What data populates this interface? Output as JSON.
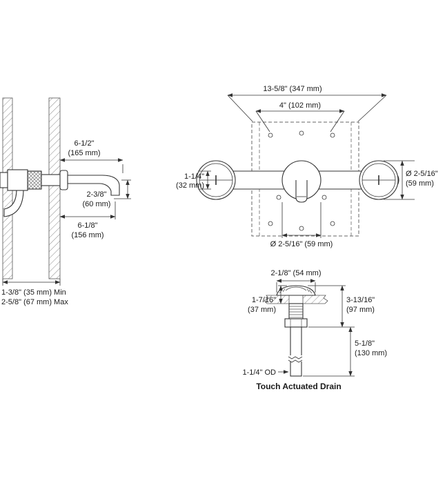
{
  "side_view": {
    "spout_reach_in": "6-1/2\"",
    "spout_reach_mm": "(165 mm)",
    "spout_drop_in": "2-3/8\"",
    "spout_drop_mm": "(60 mm)",
    "outlet_reach_in": "6-1/8\"",
    "outlet_reach_mm": "(156 mm)",
    "wall_thickness_min": "1-3/8\" (35 mm) Min",
    "wall_thickness_max": "2-5/8\" (67 mm) Max"
  },
  "front_view": {
    "overall_width": "13-5/8\" (347 mm)",
    "handle_spacing": "4\" (102 mm)",
    "trim_height_in": "1-1/4\"",
    "trim_height_mm": "(32 mm)",
    "handle_diameter_in": "Ø 2-5/16\"",
    "handle_diameter_mm": "(59 mm)",
    "escutcheon_diameter": "Ø 2-5/16\" (59 mm)"
  },
  "drain_view": {
    "flange_diameter": "2-1/8\" (54 mm)",
    "above_deck_in": "1-7/16\"",
    "above_deck_mm": "(37 mm)",
    "body_height_in": "3-13/16\"",
    "body_height_mm": "(97 mm)",
    "tailpiece_length_in": "5-1/8\"",
    "tailpiece_length_mm": "(130 mm)",
    "outer_diameter": "1-1/4\" OD",
    "caption": "Touch Actuated Drain"
  }
}
